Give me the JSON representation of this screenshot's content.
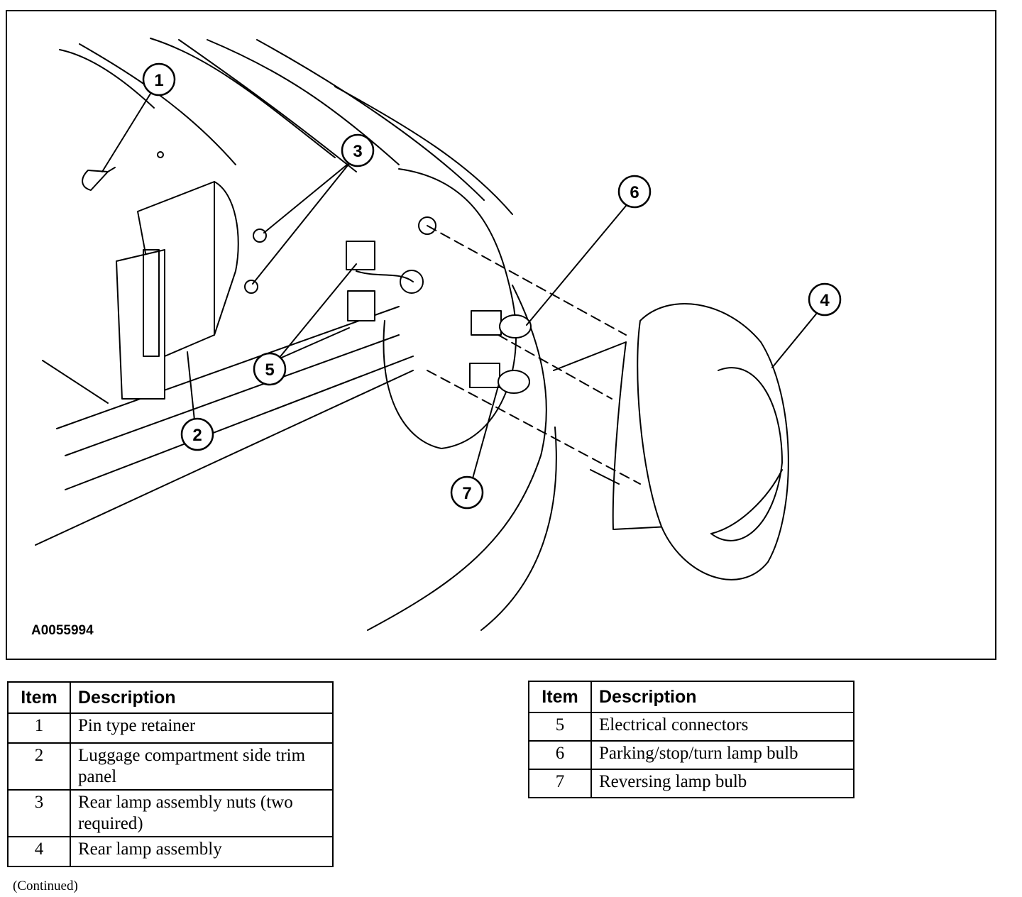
{
  "figure": {
    "id_label": "A0055994",
    "callouts": [
      "1",
      "2",
      "3",
      "4",
      "5",
      "6",
      "7"
    ]
  },
  "legend_left": {
    "headers": [
      "Item",
      "Description"
    ],
    "rows": [
      {
        "item": "1",
        "description": "Pin type retainer"
      },
      {
        "item": "2",
        "description": "Luggage compartment side trim panel"
      },
      {
        "item": "3",
        "description": "Rear lamp assembly nuts (two required)"
      },
      {
        "item": "4",
        "description": "Rear lamp assembly"
      }
    ]
  },
  "legend_right": {
    "headers": [
      "Item",
      "Description"
    ],
    "rows": [
      {
        "item": "5",
        "description": "Electrical connectors"
      },
      {
        "item": "6",
        "description": "Parking/stop/turn lamp bulb"
      },
      {
        "item": "7",
        "description": "Reversing lamp bulb"
      }
    ]
  },
  "footer": {
    "continued": "(Continued)"
  }
}
